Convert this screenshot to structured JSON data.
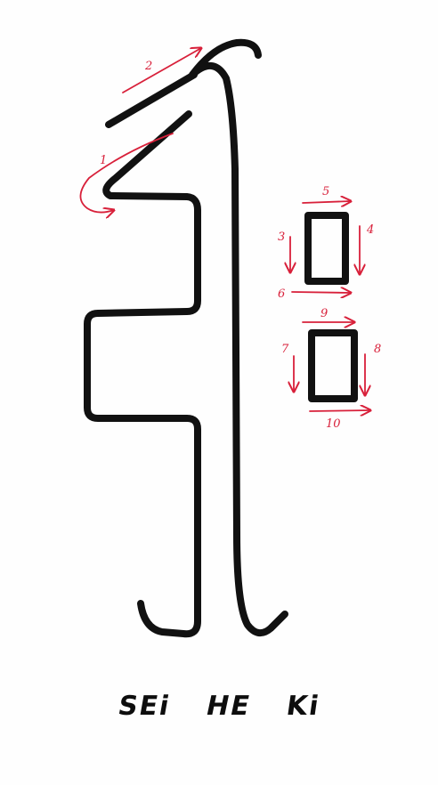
{
  "stroke_labels": [
    "1",
    "2",
    "3",
    "4",
    "5",
    "6",
    "7",
    "8",
    "9",
    "10"
  ],
  "caption": {
    "words": [
      "SEi",
      "HE",
      "Ki"
    ]
  },
  "colors": {
    "ink": "#111111",
    "guide": "#d8203a",
    "paper": "#fefefe"
  }
}
